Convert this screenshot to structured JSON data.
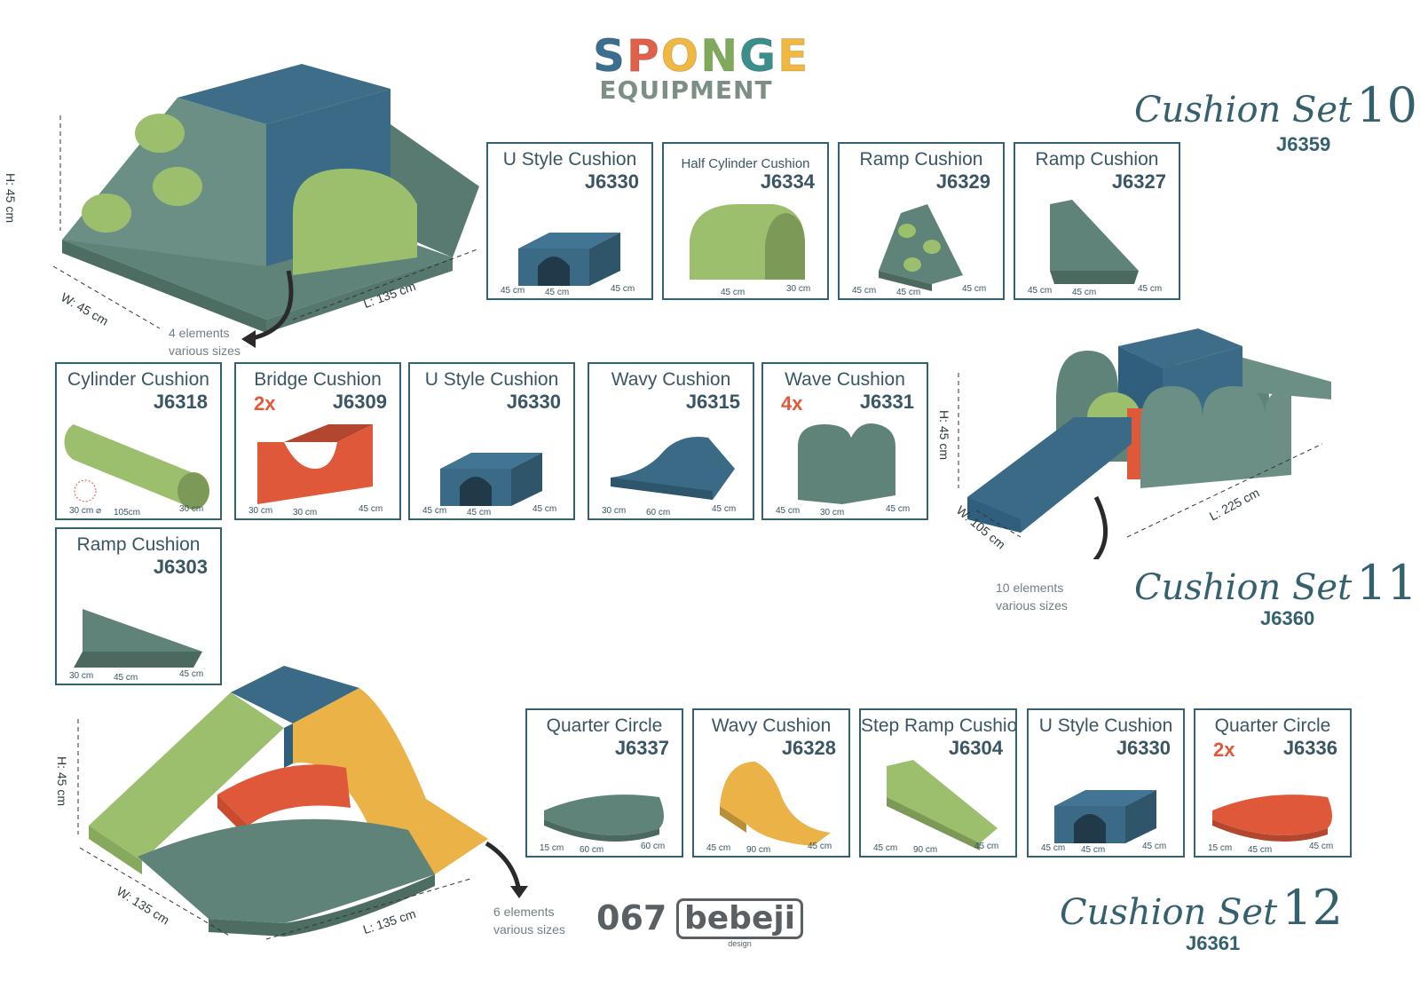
{
  "logo": {
    "line1": "SPONGE",
    "line2": "EQUIPMENT",
    "letter_colors": [
      "#3b6e8f",
      "#e0604a",
      "#f0b840",
      "#7faa5c",
      "#3b8f8a",
      "#f0b840"
    ]
  },
  "sets": [
    {
      "word": "Cushion Set",
      "number": "10",
      "code": "J6359",
      "height_label": "H: 45 cm",
      "width_label": "W: 45 cm",
      "length_label": "L: 135 cm",
      "note_line1": "4 elements",
      "note_line2": "various sizes",
      "cards": [
        {
          "name": "U Style Cushion",
          "code": "J6330",
          "qty": "",
          "shape": "u-style",
          "color": "#3b6a86",
          "d1": "45 cm",
          "d2": "45 cm",
          "d3": "45 cm"
        },
        {
          "name": "Half Cylinder Cushion",
          "code": "J6334",
          "qty": "",
          "shape": "half-cyl",
          "color": "#9cbf6e",
          "d1": "",
          "d2": "45 cm",
          "d3": "30 cm"
        },
        {
          "name": "Ramp Cushion",
          "code": "J6329",
          "qty": "",
          "shape": "ramp-bumps",
          "color": "#5f8378",
          "d1": "45 cm",
          "d2": "45 cm",
          "d3": "45 cm"
        },
        {
          "name": "Ramp Cushion",
          "code": "J6327",
          "qty": "",
          "shape": "ramp",
          "color": "#5f8378",
          "d1": "45 cm",
          "d2": "45 cm",
          "d3": "45 cm"
        }
      ]
    },
    {
      "word": "Cushion Set",
      "number": "11",
      "code": "J6360",
      "height_label": "H: 45 cm",
      "width_label": "W: 105 cm",
      "length_label": "L: 225 cm",
      "note_line1": "10 elements",
      "note_line2": "various sizes",
      "cards": [
        {
          "name": "Cylinder Cushion",
          "code": "J6318",
          "qty": "",
          "shape": "cylinder",
          "color": "#9cbf6e",
          "d1": "30 cm ⌀",
          "d2": "105cm",
          "d3": "30 cm"
        },
        {
          "name": "Bridge Cushion",
          "code": "J6309",
          "qty": "2x",
          "shape": "bridge",
          "color": "#e0583a",
          "d1": "30 cm",
          "d2": "30 cm",
          "d3": "45 cm"
        },
        {
          "name": "U Style Cushion",
          "code": "J6330",
          "qty": "",
          "shape": "u-style",
          "color": "#3b6a86",
          "d1": "45 cm",
          "d2": "45 cm",
          "d3": "45 cm"
        },
        {
          "name": "Wavy Cushion",
          "code": "J6315",
          "qty": "",
          "shape": "wavy-low",
          "color": "#3b6a86",
          "d1": "30 cm",
          "d2": "60 cm",
          "d3": "45 cm"
        },
        {
          "name": "Wave Cushion",
          "code": "J6331",
          "qty": "4x",
          "shape": "wave",
          "color": "#5f8378",
          "d1": "45 cm",
          "d2": "30 cm",
          "d3": "45 cm"
        },
        {
          "name": "Ramp Cushion",
          "code": "J6303",
          "qty": "",
          "shape": "ramp-low",
          "color": "#5f8378",
          "d1": "30 cm",
          "d2": "45 cm",
          "d3": "45 cm"
        }
      ]
    },
    {
      "word": "Cushion Set",
      "number": "12",
      "code": "J6361",
      "height_label": "H: 45 cm",
      "width_label": "W: 135 cm",
      "length_label": "L: 135 cm",
      "note_line1": "6 elements",
      "note_line2": "various sizes",
      "cards": [
        {
          "name": "Quarter Circle",
          "code": "J6337",
          "qty": "",
          "shape": "quarter",
          "color": "#5f8378",
          "d1": "15 cm",
          "d2": "60 cm",
          "d3": "60 cm"
        },
        {
          "name": "Wavy Cushion",
          "code": "J6328",
          "qty": "",
          "shape": "wavy-high",
          "color": "#eab247",
          "d1": "45 cm",
          "d2": "90 cm",
          "d3": "45 cm"
        },
        {
          "name": "Step Ramp Cushion",
          "code": "J6304",
          "qty": "",
          "shape": "step-ramp",
          "color": "#9cbf6e",
          "d1": "45 cm",
          "d2": "90 cm",
          "d3": "45 cm"
        },
        {
          "name": "U Style Cushion",
          "code": "J6330",
          "qty": "",
          "shape": "u-style",
          "color": "#3b6a86",
          "d1": "45 cm",
          "d2": "45 cm",
          "d3": "45 cm"
        },
        {
          "name": "Quarter Circle",
          "code": "J6336",
          "qty": "2x",
          "shape": "quarter",
          "color": "#e0583a",
          "d1": "15 cm",
          "d2": "45 cm",
          "d3": "45 cm"
        }
      ]
    }
  ],
  "footer": {
    "catalog_number": "067",
    "brand": "bebeji",
    "brand_sub": "design"
  }
}
